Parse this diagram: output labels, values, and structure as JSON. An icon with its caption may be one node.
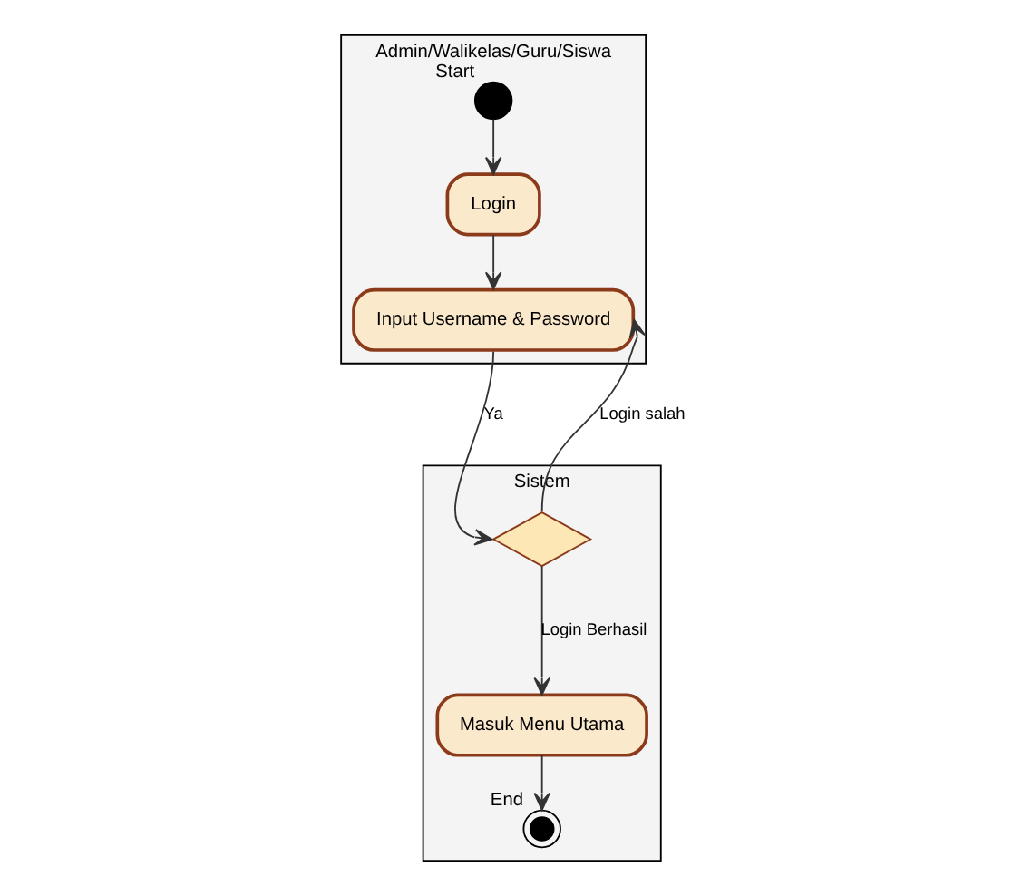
{
  "diagram": {
    "nodes": [
      {
        "text": [
          "Admin/Walikelas/Guru/Siswa"
        ]
      },
      {
        "text": [],
        "shape": "circle",
        "in": 0,
        "beside": [
          "Start"
        ]
      },
      {
        "text": [
          "Login"
        ],
        "in": 0
      },
      {
        "text": [
          "Input Username & Password"
        ],
        "in": 0
      },
      {
        "text": [
          "Sistem"
        ]
      },
      {
        "text": [],
        "shape": "diamond",
        "in": 4
      },
      {
        "text": [
          "Masuk Menu Utama"
        ],
        "in": 4
      },
      {
        "text": [],
        "shape": "circle",
        "in": 4,
        "beside": [
          "End"
        ]
      }
    ],
    "edges": [
      {
        "from": 1,
        "to": 2,
        "arrow": "to"
      },
      {
        "from": 2,
        "to": 3,
        "arrow": "to"
      },
      {
        "from": 3,
        "to": 5,
        "arrow": "to",
        "label": "Ya"
      },
      {
        "from": 5,
        "to": 3,
        "arrow": "to",
        "label": "Login salah"
      },
      {
        "from": 5,
        "to": 6,
        "arrow": "to",
        "label": "Login Berhasil"
      },
      {
        "from": 6,
        "to": 7,
        "arrow": "to"
      }
    ]
  }
}
